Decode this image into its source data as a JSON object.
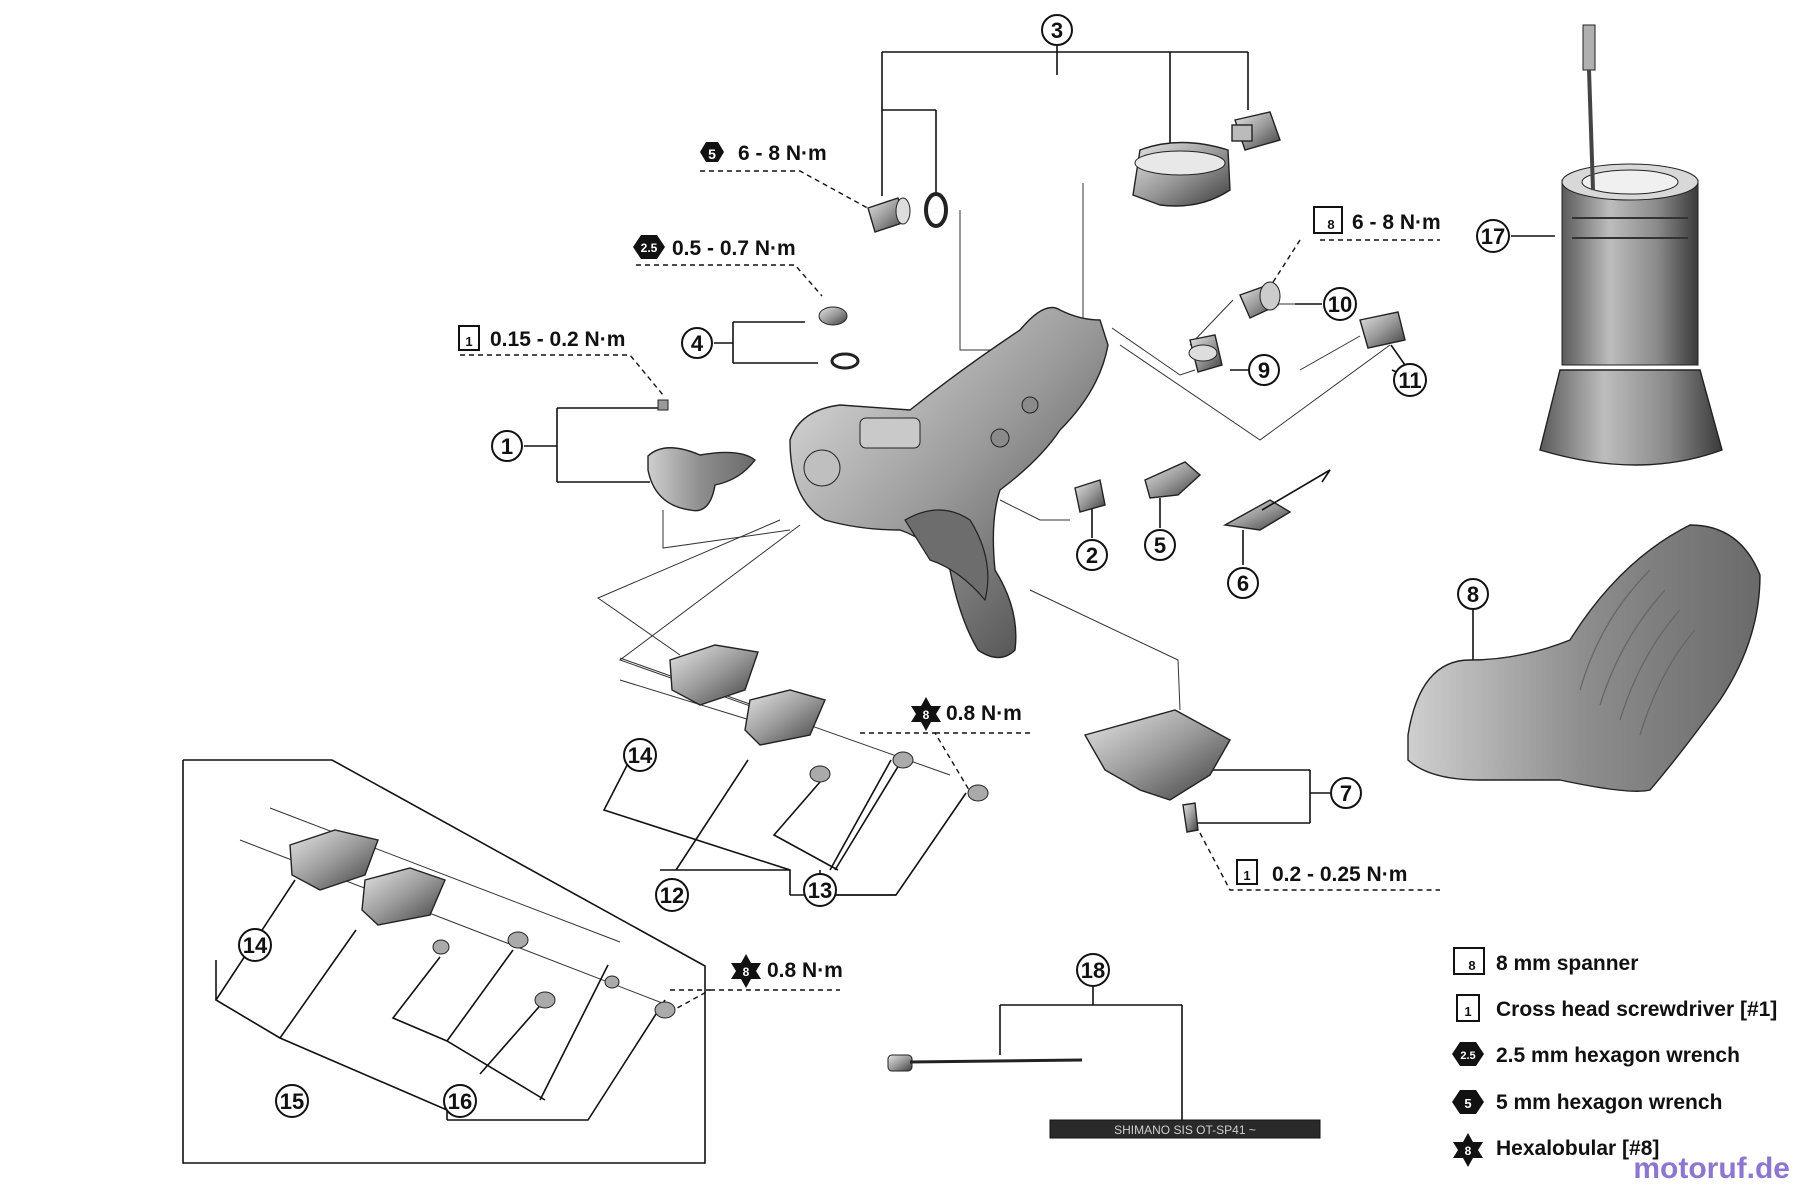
{
  "callouts": {
    "c1": "1",
    "c2": "2",
    "c3": "3",
    "c4": "4",
    "c5": "5",
    "c6": "6",
    "c7": "7",
    "c8": "8",
    "c9": "9",
    "c10": "10",
    "c11": "11",
    "c12": "12",
    "c13": "13",
    "c14a": "14",
    "c14b": "14",
    "c15": "15",
    "c16": "16",
    "c17": "17",
    "c18": "18"
  },
  "torques": {
    "t_hex5": "6 - 8 N·m",
    "t_hex25": "0.5 - 0.7 N·m",
    "t_cross_top": "0.15 - 0.2 N·m",
    "t_spanner": "6 - 8 N·m",
    "t_hexlob_a": "0.8 N·m",
    "t_hexlob_b": "0.8 N·m",
    "t_cross_bottom": "0.2 - 0.25 N·m"
  },
  "icons": {
    "hex5": "5",
    "hex25": "2.5",
    "cross1": "1",
    "spanner8": "8",
    "hexlob8": "8"
  },
  "legend": {
    "spanner": {
      "icon": "spanner-icon",
      "num": "8",
      "label": "8 mm spanner"
    },
    "cross": {
      "icon": "cross-head-screwdriver-icon",
      "num": "1",
      "label": "Cross head screwdriver [#1]"
    },
    "hex25": {
      "icon": "hex-wrench-icon",
      "num": "2.5",
      "label": "2.5 mm hexagon wrench"
    },
    "hex5": {
      "icon": "hex-wrench-icon",
      "num": "5",
      "label": "5 mm hexagon wrench"
    },
    "hexlob": {
      "icon": "hexalobular-icon",
      "num": "8",
      "label": "Hexalobular [#8]"
    }
  },
  "cable_print": "SHIMANO SIS OT-SP41 ~",
  "watermark": "motoruf.de",
  "colors": {
    "ink": "#111111",
    "part_fill": "#9a9a9a",
    "part_dark": "#5a5a5a",
    "watermark": "#7a5fc8"
  }
}
